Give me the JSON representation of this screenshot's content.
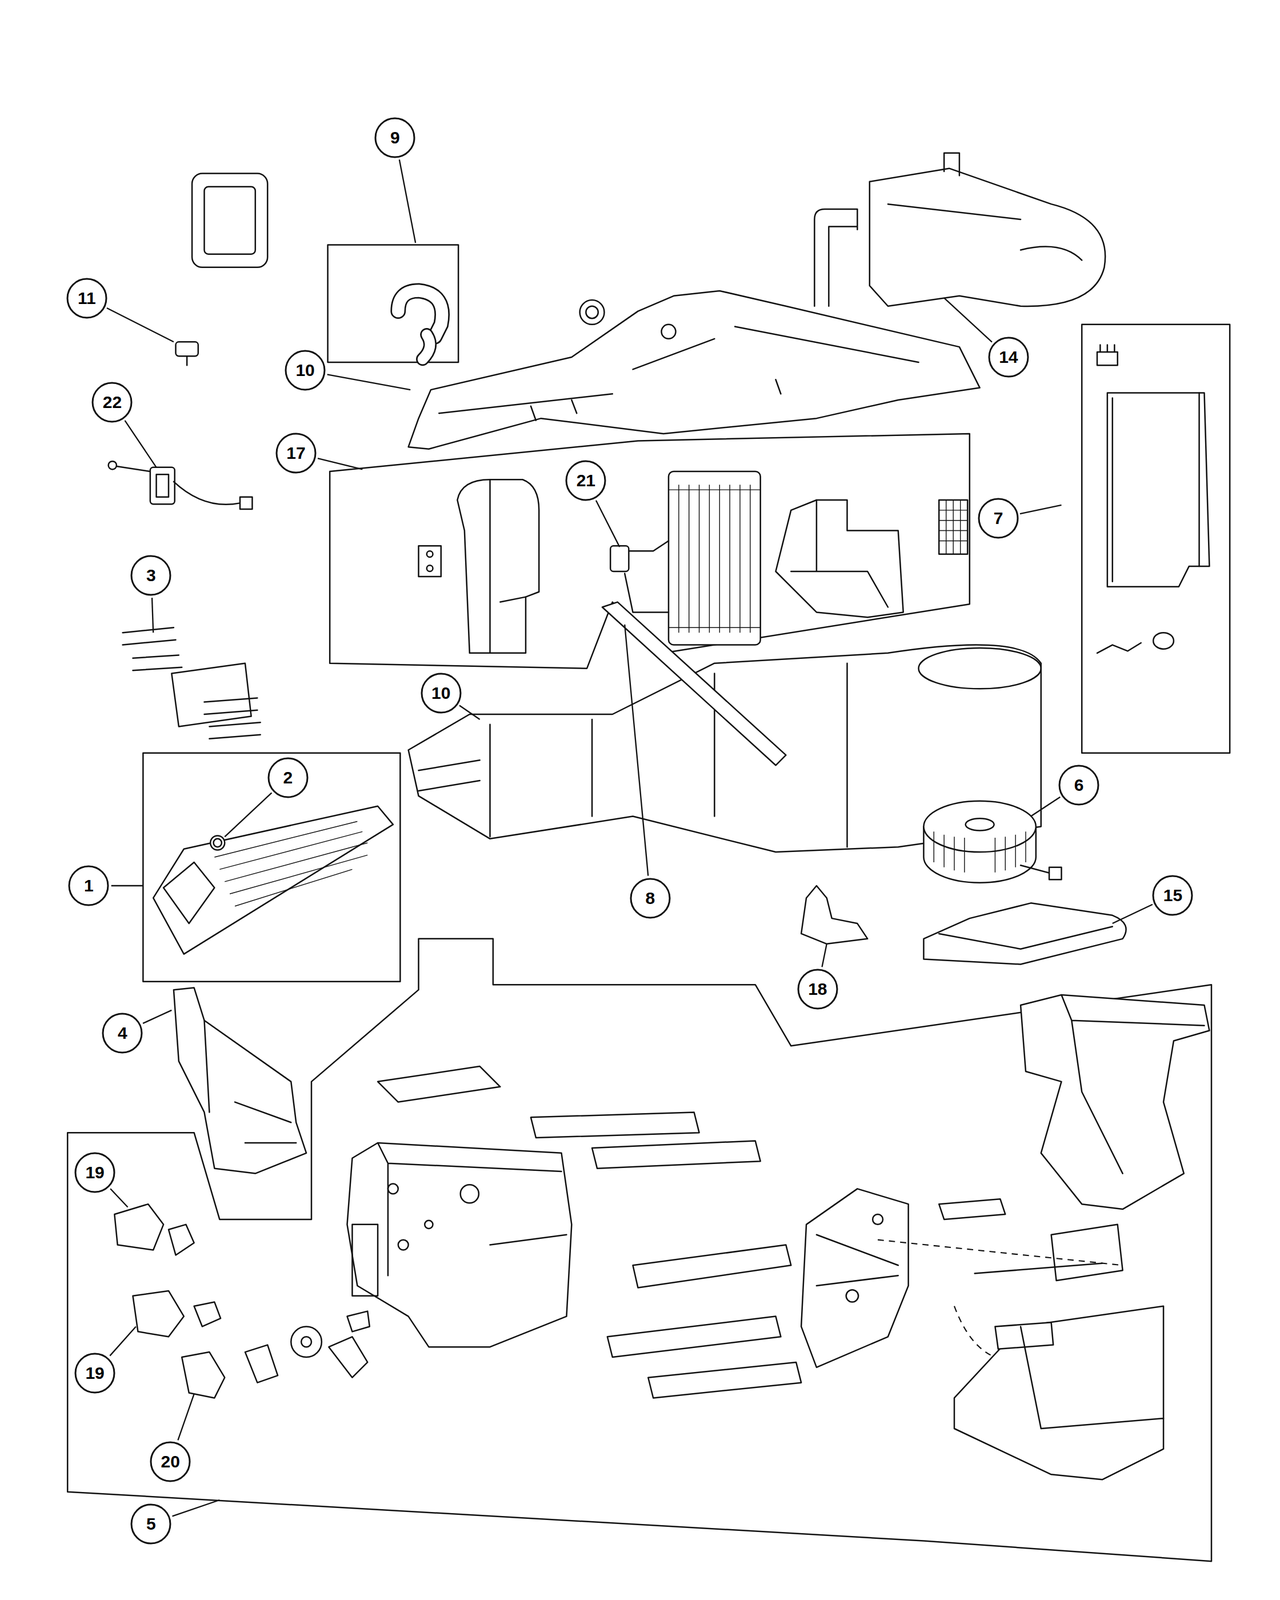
{
  "diagram": {
    "nodes": [
      {
        "text": [
          "9"
        ]
      },
      {
        "text": [
          "11"
        ]
      },
      {
        "text": [
          "10"
        ]
      },
      {
        "text": [
          "14"
        ]
      },
      {
        "text": [
          "22"
        ]
      },
      {
        "text": [
          "17"
        ]
      },
      {
        "text": [
          "21"
        ]
      },
      {
        "text": [
          "7"
        ]
      },
      {
        "text": [
          "3"
        ]
      },
      {
        "text": [
          "10"
        ]
      },
      {
        "text": [
          "2"
        ]
      },
      {
        "text": [
          "1"
        ]
      },
      {
        "text": [
          "6"
        ]
      },
      {
        "text": [
          "8"
        ]
      },
      {
        "text": [
          "15"
        ]
      },
      {
        "text": [
          "18"
        ]
      },
      {
        "text": [
          "4"
        ]
      },
      {
        "text": [
          "19"
        ]
      },
      {
        "text": [
          "19"
        ]
      },
      {
        "text": [
          "20"
        ]
      },
      {
        "text": [
          "5"
        ]
      }
    ]
  }
}
